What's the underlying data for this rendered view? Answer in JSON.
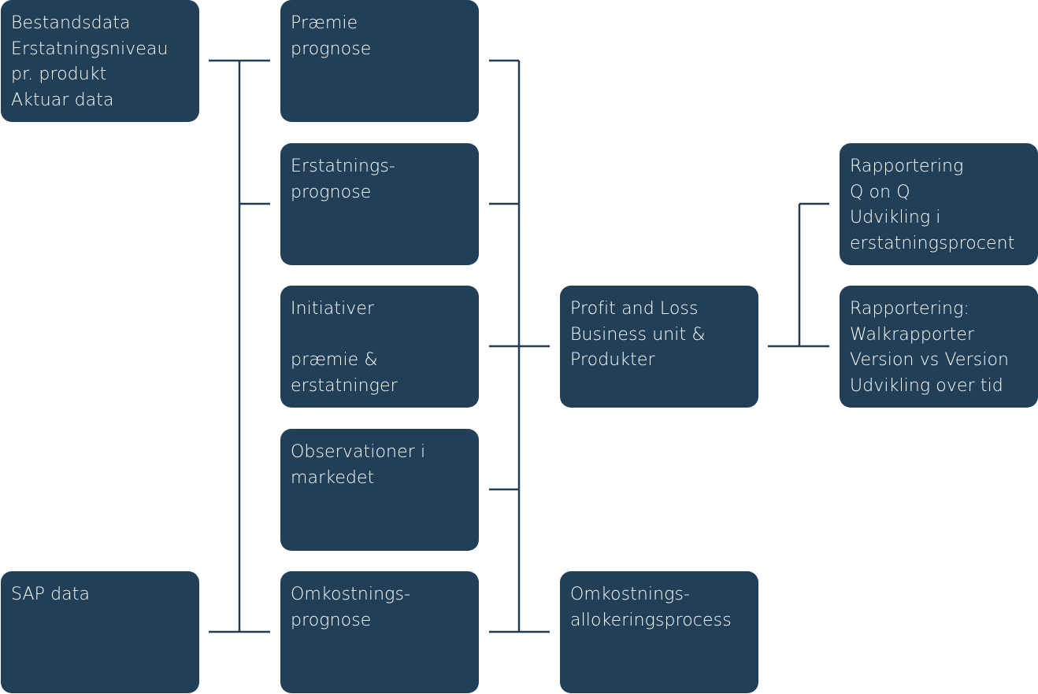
{
  "diagram": {
    "nodes": {
      "bestandsdata": {
        "lines": [
          "Bestandsdata",
          "Erstatningsniveau",
          "pr. produkt",
          "Aktuar data"
        ]
      },
      "sap_data": {
        "lines": [
          "SAP data"
        ]
      },
      "praemie_prognose": {
        "lines": [
          "Præmie",
          "prognose"
        ]
      },
      "erstatnings_prognose": {
        "lines": [
          "Erstatnings-",
          "prognose"
        ]
      },
      "initiativer": {
        "lines": [
          "Initiativer",
          "",
          "præmie &",
          "erstatninger"
        ]
      },
      "observationer": {
        "lines": [
          "Observationer i",
          "markedet"
        ]
      },
      "omkostnings_prognose": {
        "lines": [
          "Omkostnings-",
          "prognose"
        ]
      },
      "profit_and_loss": {
        "lines": [
          "Profit and Loss",
          "Business unit &",
          "Produkter"
        ]
      },
      "omkostnings_allokering": {
        "lines": [
          "Omkostnings-",
          "allokeringsprocess"
        ]
      },
      "rapportering_q_on_q": {
        "lines": [
          "Rapportering",
          "Q on Q",
          "Udvikling i",
          "erstatningsprocent"
        ]
      },
      "rapportering_walk": {
        "lines": [
          "Rapportering:",
          "Walkrapporter",
          "Version vs Version",
          "Udvikling over tid"
        ]
      }
    }
  }
}
